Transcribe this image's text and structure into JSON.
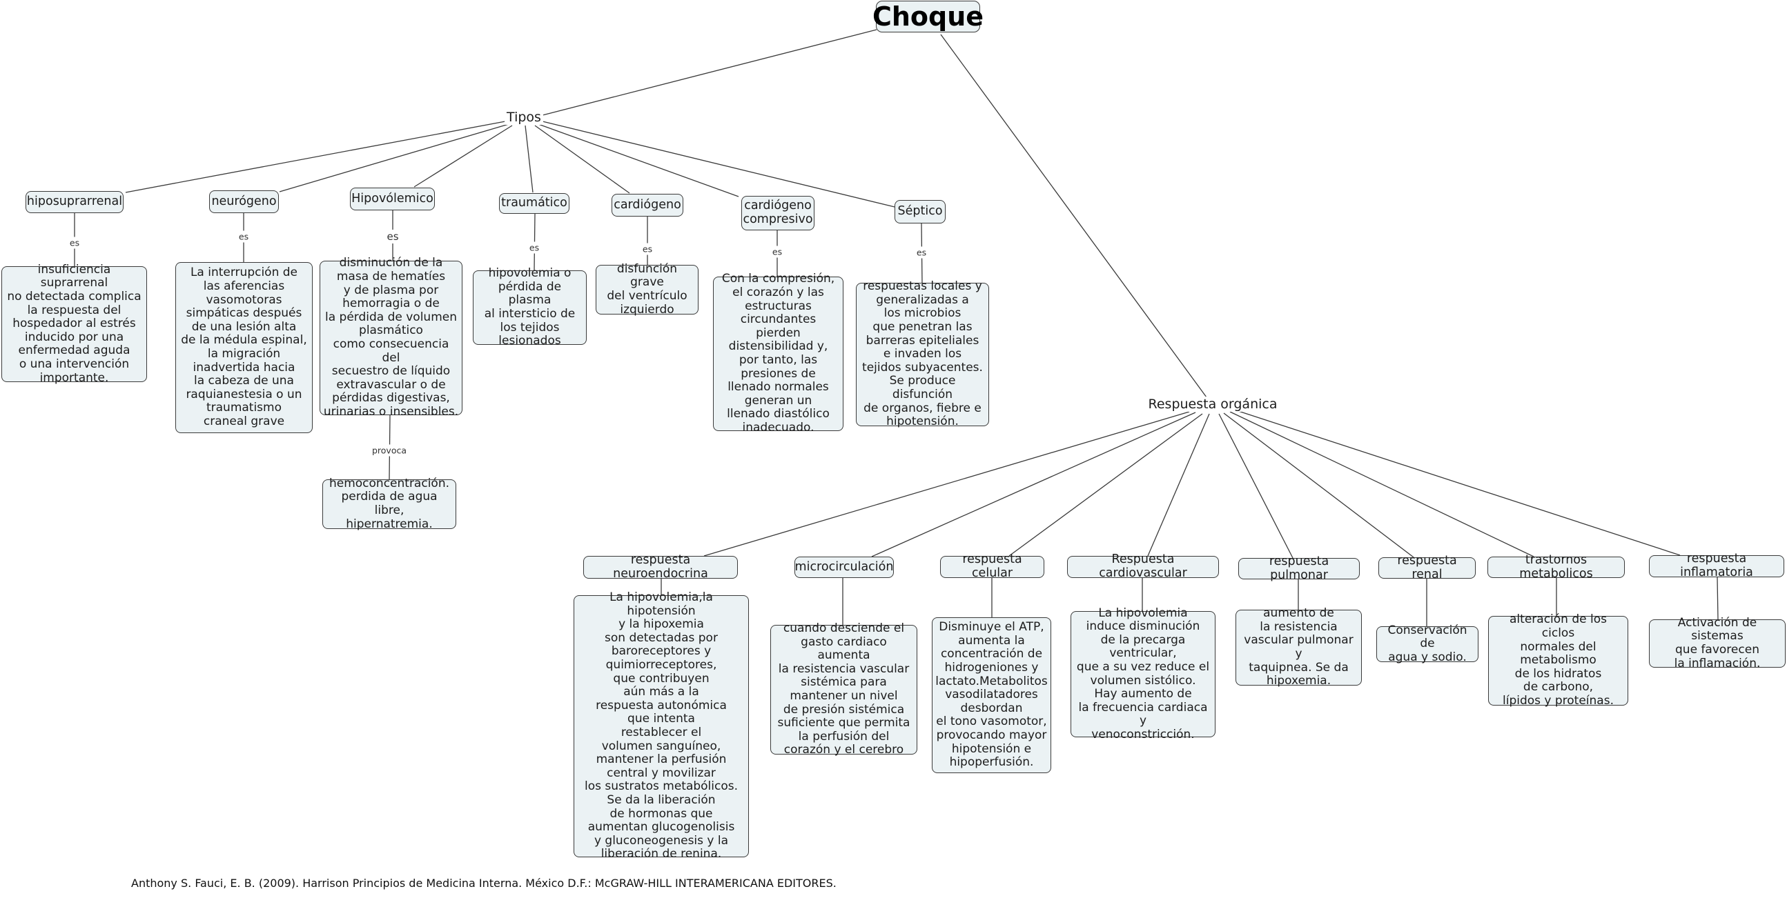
{
  "root": {
    "label": "Choque"
  },
  "branches": {
    "tipos": "Tipos",
    "respuesta": "Respuesta orgánica"
  },
  "tipos": [
    {
      "label": "hiposuprarrenal",
      "link": "es",
      "definition": "insuficiencia suprarrenal\nno detectada complica\nla respuesta del\nhospedador al estrés\ninducido por una\nenfermedad aguda\n o una intervención\nimportante."
    },
    {
      "label": "neurógeno",
      "link": "es",
      "definition": "La interrupción de\nlas aferencias\nvasomotoras\nsimpáticas después\n de una lesión alta\nde la médula espinal,\nla migración\ninadvertida hacia\nla cabeza de una\nraquianestesia o un\ntraumatismo\ncraneal grave"
    },
    {
      "label": "Hipovólemico",
      "link": "es",
      "definition": "disminución de la\nmasa de hematíes\n y de plasma por\nhemorragia o de\nla pérdida de volumen\nplasmático\ncomo consecuencia del\nsecuestro de líquido\nextravascular o de\npérdidas digestivas,\nurinarias o insensibles."
    },
    {
      "label": "traumático",
      "link": "es",
      "definition": "hipovolemia o\npérdida de plasma\n al intersticio de\nlos tejidos\nlesionados"
    },
    {
      "label": "cardiógeno",
      "link": "es",
      "definition": "disfunción grave\ndel ventrículo\nizquierdo"
    },
    {
      "label": "cardiógeno\ncompresivo",
      "link": "es",
      "definition": "Con la compresión,\n el corazón y las\nestructuras\ncircundantes pierden\ndistensibilidad y,\npor tanto, las\npresiones de\nllenado normales\ngeneran un\nllenado diastólico\ninadecuado."
    },
    {
      "label": "Séptico",
      "link": "es",
      "definition": "respuestas locales y\ngeneralizadas a\nlos microbios\n que penetran las\n barreras epiteliales\ne invaden los\ntejidos subyacentes.\nSe produce disfunción\nde organos, fiebre e\nhipotensión."
    }
  ],
  "hipovolemico_consecuencia": {
    "link": "provoca",
    "text": "hemoconcentración.\nperdida de agua libre,\nhipernatremia."
  },
  "respuestas": [
    {
      "label": "respuesta neuroendocrina",
      "definition": "La hipovolemia,la hipotensión\ny la hipoxemia\nson detectadas por\nbaroreceptores y\nquimiorreceptores,\nque contribuyen\naún más a la\nrespuesta autonómica\nque intenta\nrestablecer el\nvolumen sanguíneo,\nmantener la perfusión\ncentral y movilizar\nlos sustratos metabólicos.\nSe da la liberación\nde hormonas que\naumentan glucogenolisis\ny gluconeogenesis y la\nliberación de renina."
    },
    {
      "label": "microcirculación",
      "definition": "cuando desciende el\ngasto cardiaco aumenta\n la resistencia vascular\nsistémica para\nmantener un nivel\nde presión sistémica\nsuficiente que permita\nla perfusión del\ncorazón y el cerebro"
    },
    {
      "label": "respuesta celular",
      "definition": "Disminuye el ATP,\naumenta la\nconcentración de\n hidrogeniones y\nlactato.Metabolitos\nvasodilatadores\ndesbordan\nel tono vasomotor,\nprovocando mayor\nhipotensión e\nhipoperfusión."
    },
    {
      "label": "Respuesta cardiovascular",
      "definition": "La hipovolemia\ninduce disminución\nde la precarga\nventricular,\nque a su vez reduce el\nvolumen sistólico.\nHay aumento de\nla frecuencia cardiaca y\nvenoconstricción."
    },
    {
      "label": "respuesta pulmonar",
      "definition": "aumento de\nla resistencia\nvascular pulmonar y\ntaquipnea. Se da\n hipoxemia."
    },
    {
      "label": "respuesta renal",
      "definition": "Conservación de\nagua y sodio."
    },
    {
      "label": "trastornos metabolicos",
      "definition": "alteración de los ciclos\nnormales del\nmetabolismo\n de los hidratos\nde carbono,\nlípidos y proteínas."
    },
    {
      "label": "respuesta inflamatoria",
      "definition": "Activación de sistemas\nque favorecen\nla inflamación."
    }
  ],
  "citation": "Anthony S. Fauci, E. B. (2009). Harrison Principios de Medicina Interna. México D.F.: McGRAW-HILL INTERAMERICANA EDITORES."
}
